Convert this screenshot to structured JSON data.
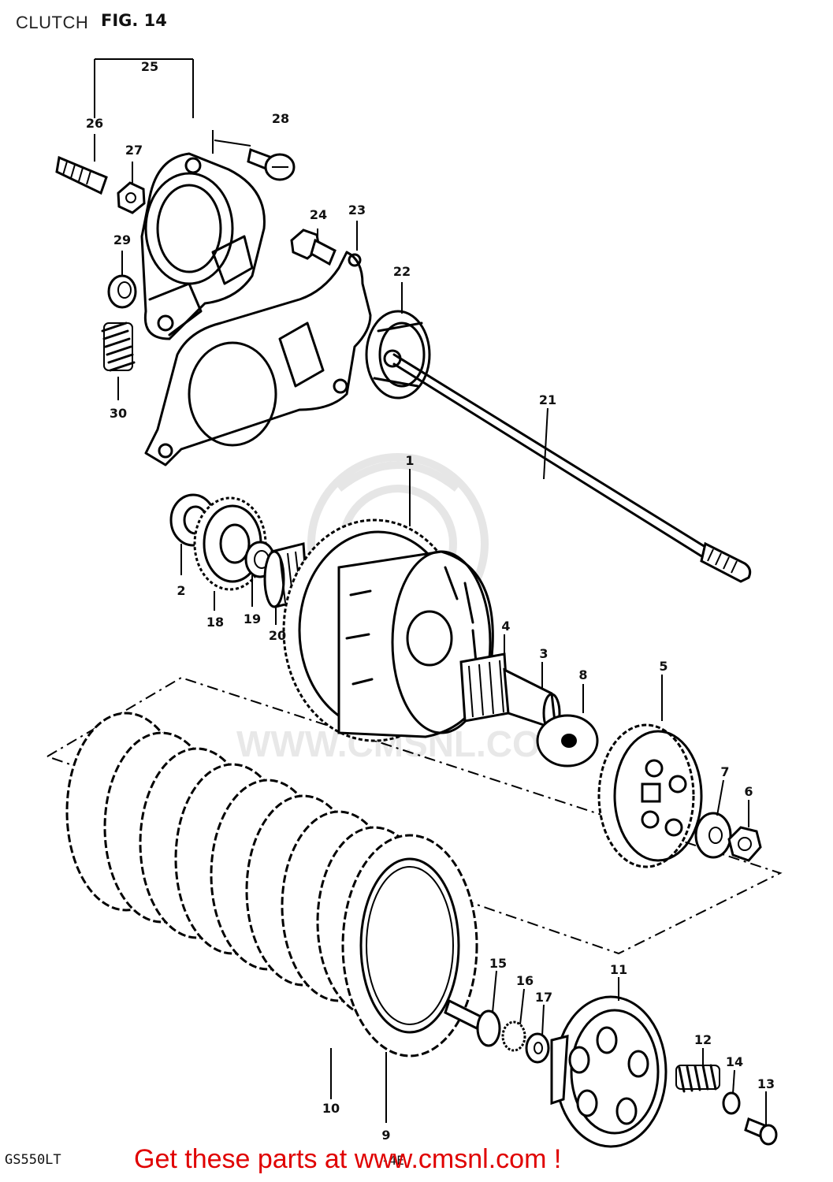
{
  "header": {
    "title": "CLUTCH",
    "figure": "FIG. 14"
  },
  "footer": {
    "model_code": "GS550LT",
    "page_number": "-4E",
    "link_text": "Get these parts at www.cmsnl.com !"
  },
  "watermark": {
    "text": "WWW.CMSNL.COM"
  },
  "callouts": {
    "c1": "1",
    "c2": "2",
    "c3": "3",
    "c4": "4",
    "c5": "5",
    "c6": "6",
    "c7": "7",
    "c8": "8",
    "c9": "9",
    "c10": "10",
    "c11": "11",
    "c12": "12",
    "c13": "13",
    "c14": "14",
    "c15": "15",
    "c16": "16",
    "c17": "17",
    "c18": "18",
    "c19": "19",
    "c20": "20",
    "c21": "21",
    "c22": "22",
    "c23": "23",
    "c24": "24",
    "c25": "25",
    "c26": "26",
    "c27": "27",
    "c28": "28",
    "c29": "29",
    "c30": "30"
  }
}
